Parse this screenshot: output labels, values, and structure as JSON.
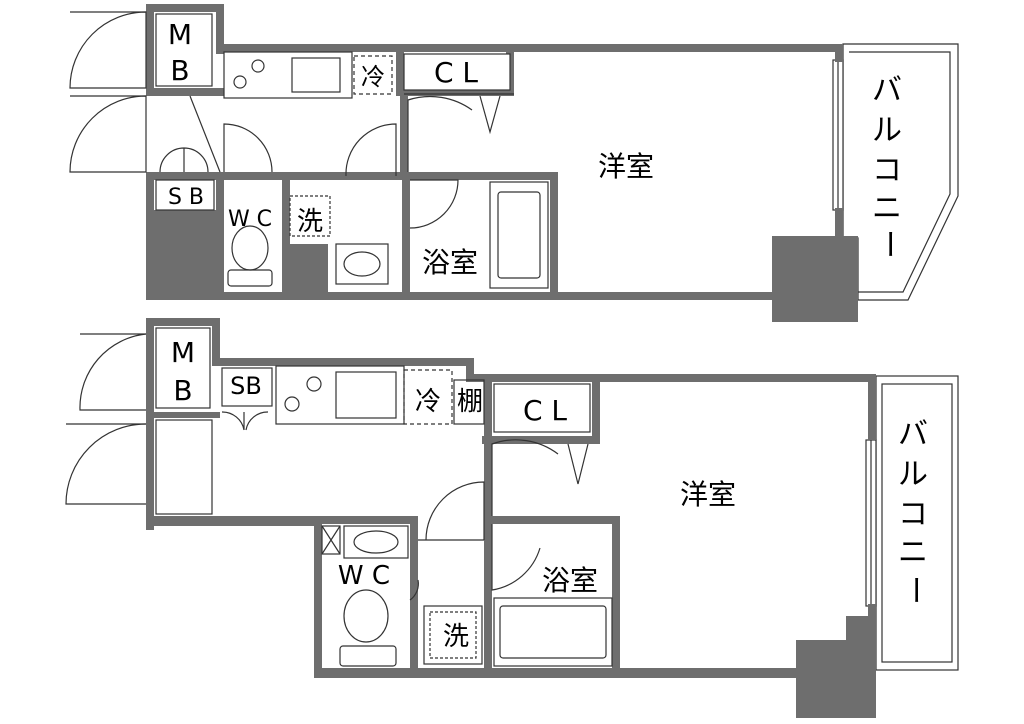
{
  "plan_a": {
    "mb": [
      "M",
      "B"
    ],
    "sb": "S B",
    "wc": "W C",
    "fridge": "冷",
    "closet": "C L",
    "washer": "洗",
    "bathroom": "浴室",
    "western_room": "洋室",
    "balcony": [
      "バ",
      "ル",
      "コ",
      "ニ",
      "ー"
    ]
  },
  "plan_b": {
    "mb": [
      "M",
      "B"
    ],
    "sb": "SB",
    "wc": "W C",
    "fridge": "冷",
    "shelf": "棚",
    "closet": "C L",
    "washer": "洗",
    "bathroom": "浴室",
    "western_room": "洋室",
    "balcony": [
      "バ",
      "ル",
      "コ",
      "ニ",
      "ー"
    ]
  },
  "colors": {
    "wall": "#6e6e6e",
    "line": "#333333",
    "background": "#ffffff"
  }
}
